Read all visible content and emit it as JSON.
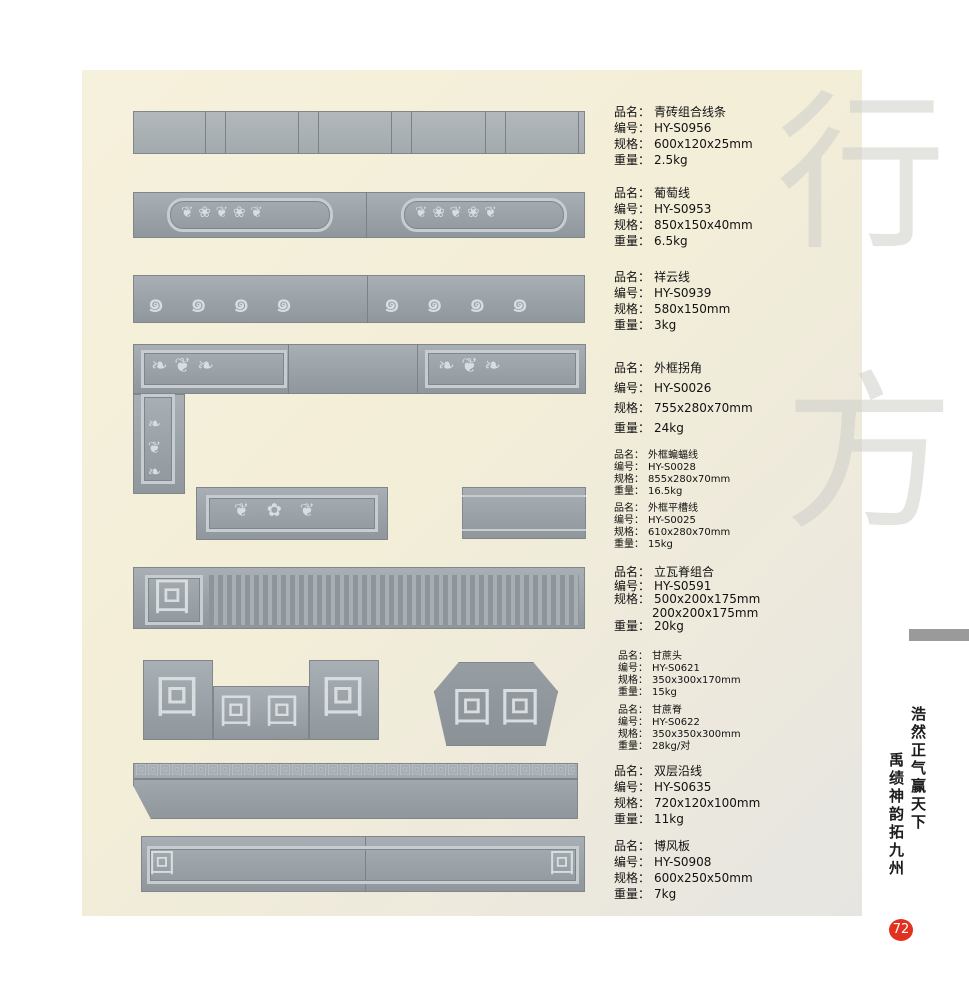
{
  "page": {
    "calligraphy": [
      "行",
      "方"
    ],
    "motto": [
      "浩然正气赢天下",
      "禹绩神韵拓九州"
    ],
    "page_number": "72"
  },
  "products": [
    {
      "name_label": "品名：",
      "name": "青砖组合线条",
      "code_label": "编号：",
      "code": "HY-S0956",
      "spec_label": "规格：",
      "spec": "600x120x25mm",
      "weight_label": "重量：",
      "weight": "2.5kg"
    },
    {
      "name_label": "品名：",
      "name": "葡萄线",
      "code_label": "编号：",
      "code": "HY-S0953",
      "spec_label": "规格：",
      "spec": "850x150x40mm",
      "weight_label": "重量：",
      "weight": "6.5kg"
    },
    {
      "name_label": "品名：",
      "name": "祥云线",
      "code_label": "编号：",
      "code": "HY-S0939",
      "spec_label": "规格：",
      "spec": "580x150mm",
      "weight_label": "重量：",
      "weight": "3kg"
    },
    {
      "name_label": "品名：",
      "name": "外框拐角",
      "code_label": "编号：",
      "code": "HY-S0026",
      "spec_label": "规格：",
      "spec": "755x280x70mm",
      "weight_label": "重量：",
      "weight": "24kg"
    },
    {
      "name_label": "品名：",
      "name": "外框蝙蝠线",
      "code_label": "编号：",
      "code": "HY-S0028",
      "spec_label": "规格：",
      "spec": "855x280x70mm",
      "weight_label": "重量：",
      "weight": "16.5kg"
    },
    {
      "name_label": "品名：",
      "name": "外框平槽线",
      "code_label": "编号：",
      "code": "HY-S0025",
      "spec_label": "规格：",
      "spec": "610x280x70mm",
      "weight_label": "重量：",
      "weight": "15kg"
    },
    {
      "name_label": "品名：",
      "name": "立瓦脊组合",
      "code_label": "编号：",
      "code": "HY-S0591",
      "spec_label": "规格：",
      "spec": "500x200x175mm",
      "spec2": "200x200x175mm",
      "weight_label": "重量：",
      "weight": "20kg"
    },
    {
      "name_label": "品名：",
      "name": "甘蔗头",
      "code_label": "编号：",
      "code": "HY-S0621",
      "spec_label": "规格：",
      "spec": "350x300x170mm",
      "weight_label": "重量：",
      "weight": "15kg"
    },
    {
      "name_label": "品名：",
      "name": "甘蔗脊",
      "code_label": "编号：",
      "code": "HY-S0622",
      "spec_label": "规格：",
      "spec": "350x350x300mm",
      "weight_label": "重量：",
      "weight": "28kg/对"
    },
    {
      "name_label": "品名：",
      "name": "双层沿线",
      "code_label": "编号：",
      "code": "HY-S0635",
      "spec_label": "规格：",
      "spec": "720x120x100mm",
      "weight_label": "重量：",
      "weight": "11kg"
    },
    {
      "name_label": "品名：",
      "name": "博风板",
      "code_label": "编号：",
      "code": "HY-S0908",
      "spec_label": "规格：",
      "spec": "600x250x50mm",
      "weight_label": "重量：",
      "weight": "7kg"
    }
  ],
  "ornaments": {
    "grape": "❦ ❀ ❦ ❀ ❦",
    "cloud": "๑ ๑ ๑ ๑",
    "vine": "❧ ❦ ❧",
    "bat": "❦ ✿ ❦",
    "fret": "回",
    "fret_row": "回回回回回回回回回回回回回回回回回回回回回回回回回回回回回回回回回回回回回回"
  }
}
